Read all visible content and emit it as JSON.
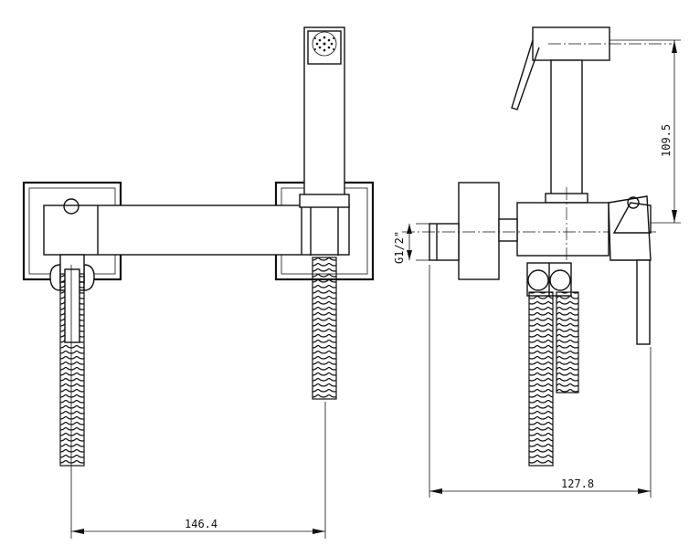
{
  "dimensions": {
    "horizontal_spacing": "146.4",
    "overall_depth": "127.8",
    "head_height": "109.5",
    "thread_size": "G1/2\""
  },
  "colors": {
    "line": "#111111",
    "background": "#ffffff"
  }
}
